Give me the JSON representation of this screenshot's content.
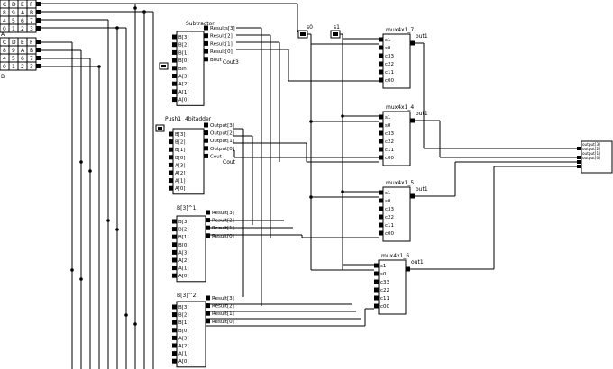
{
  "keypads": [
    {
      "name": "keypad-a",
      "label": "A",
      "rows": [
        [
          "C",
          "D",
          "E",
          "F"
        ],
        [
          "8",
          "9",
          "A",
          "B"
        ],
        [
          "4",
          "5",
          "6",
          "7"
        ],
        [
          "0",
          "1",
          "2",
          "3"
        ]
      ]
    },
    {
      "name": "keypad-b",
      "label": "B",
      "rows": [
        [
          "C",
          "D",
          "E",
          "F"
        ],
        [
          "8",
          "9",
          "A",
          "B"
        ],
        [
          "4",
          "5",
          "6",
          "7"
        ],
        [
          "0",
          "1",
          "2",
          "3"
        ]
      ]
    }
  ],
  "components": [
    {
      "id": "subtractor",
      "title": "Subtractor",
      "left": [
        "B[3]",
        "B[2]",
        "B[1]",
        "B[0]",
        "Bin",
        "A[3]",
        "A[2]",
        "A[1]",
        "A[0]"
      ],
      "right": [
        "Results[3]",
        "Result[2]",
        "Result[1]",
        "Result[0]",
        "Bout"
      ]
    },
    {
      "id": "adder",
      "title": "4bitadder",
      "sub": "Push1",
      "left": [
        "B[3]",
        "B[2]",
        "B[1]",
        "B[0]",
        "A[3]",
        "A[2]",
        "A[1]",
        "A[0]"
      ],
      "right": [
        "Output[3]",
        "Output[2]",
        "Output[1]",
        "Output[0]",
        "Cout"
      ]
    },
    {
      "id": "xor1",
      "title": "B[3]^1",
      "left": [
        "B[3]",
        "B[2]",
        "B[1]",
        "B[0]",
        "A[3]",
        "A[2]",
        "A[1]",
        "A[0]"
      ],
      "right": [
        "Result[3]",
        "Result[2]",
        "Result[1]",
        "Result[0]"
      ]
    },
    {
      "id": "xor2",
      "title": "B[3]^2",
      "left": [
        "B[3]",
        "B[2]",
        "B[1]",
        "B[0]",
        "A[3]",
        "A[2]",
        "A[1]",
        "A[0]"
      ],
      "right": [
        "Result[3]",
        "Result[2]",
        "Result[1]",
        "Result[0]"
      ]
    }
  ],
  "muxes": [
    {
      "id": "mux4x1_7",
      "title": "mux4x1_7",
      "inputs": [
        "s1",
        "s0",
        "c33",
        "c22",
        "c11",
        "c00"
      ],
      "output": "out1"
    },
    {
      "id": "mux4x1_4",
      "title": "mux4x1_4",
      "inputs": [
        "s1",
        "s0",
        "c33",
        "c22",
        "c11",
        "c00"
      ],
      "output": "out1"
    },
    {
      "id": "mux4x1_5",
      "title": "mux4x1_5",
      "inputs": [
        "s1",
        "s0",
        "c33",
        "c22",
        "c11",
        "c00"
      ],
      "output": "out1"
    },
    {
      "id": "mux4x1_6",
      "title": "mux4x1_6",
      "inputs": [
        "s1",
        "s0",
        "c33",
        "c22",
        "c11",
        "c00"
      ],
      "output": "out1"
    }
  ],
  "selects": {
    "s0": "s0",
    "s1": "s1"
  },
  "labels": {
    "cout": "Cout",
    "cout3": "Cout3"
  },
  "output_display": {
    "lines": [
      "output[3]",
      "output[2]",
      "output[1]",
      "output[0]"
    ]
  }
}
